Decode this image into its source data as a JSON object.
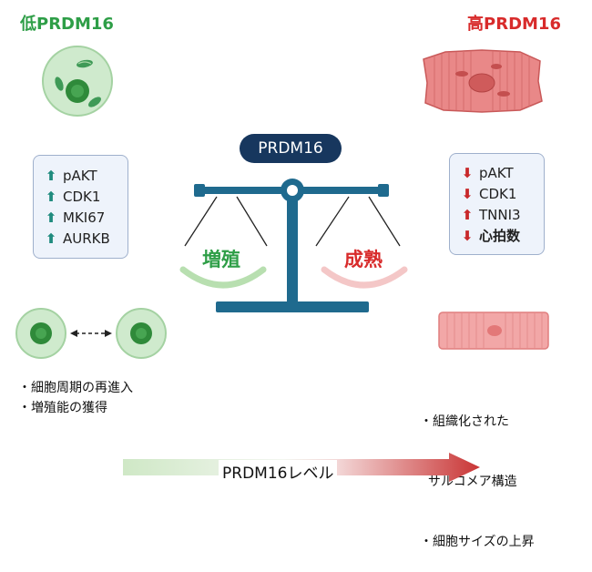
{
  "left": {
    "title": "低PRDM16",
    "markers": [
      {
        "label": "pAKT",
        "dir": "up"
      },
      {
        "label": "CDK1",
        "dir": "up"
      },
      {
        "label": "MKI67",
        "dir": "up"
      },
      {
        "label": "AURKB",
        "dir": "up"
      }
    ],
    "bullets": [
      "・細胞周期の再進入",
      "・増殖能の獲得"
    ]
  },
  "right": {
    "title": "高PRDM16",
    "markers": [
      {
        "label": "pAKT",
        "dir": "down"
      },
      {
        "label": "CDK1",
        "dir": "down"
      },
      {
        "label": "TNNI3",
        "dir": "up"
      },
      {
        "label": "心拍数",
        "dir": "down"
      }
    ],
    "bullets": [
      "・組織化された",
      "  サルコメア構造",
      "・細胞サイズの上昇"
    ]
  },
  "center": {
    "pill": "PRDM16",
    "left_word": "増殖",
    "right_word": "成熟"
  },
  "bottom": {
    "level_label": "PRDM16レベル"
  },
  "colors": {
    "green_title": "#2e9e47",
    "red_title": "#d82b2b",
    "scale": "#1f6a8e",
    "pill": "#17375e"
  }
}
